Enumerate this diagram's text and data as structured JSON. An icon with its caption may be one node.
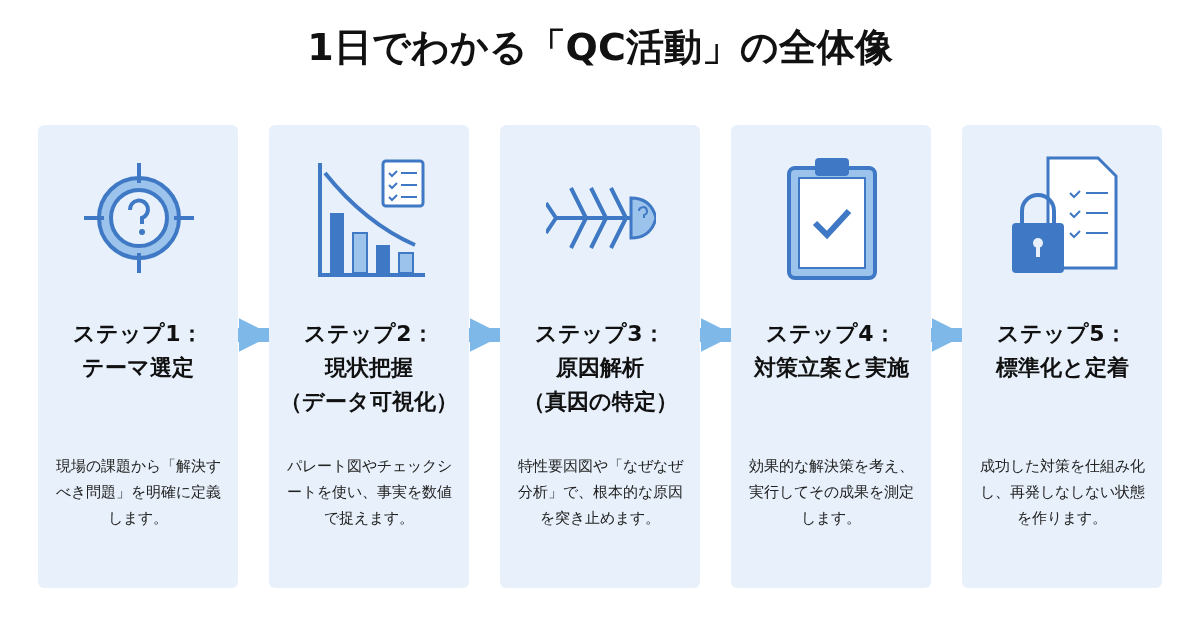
{
  "diagram": {
    "title": "1日でわかる「QC活動」の全体像",
    "nodes": [
      {
        "text": [
          "ステップ1：テーマ選定",
          "現場の課題から「解決すべき問題」を明確に定義します。"
        ]
      },
      {
        "text": [
          "ステップ2：現状把握（データ可視化）",
          "パレート図やチェックシートを使い、事実を数値で捉えます。"
        ]
      },
      {
        "text": [
          "ステップ3：原因解析（真因の特定）",
          "特性要因図や「なぜなぜ分析」で、根本的な原因を突き止めます。"
        ]
      },
      {
        "text": [
          "ステップ4：対策立案と実施",
          "効果的な解決策を考え、実行してその成果を測定します。"
        ]
      },
      {
        "text": [
          "ステップ5：標準化と定着",
          "成功した対策を仕組み化し、再発しなしない状態を作ります。"
        ]
      }
    ],
    "edges": [
      {
        "from": 0,
        "to": 1,
        "arrow": "to"
      },
      {
        "from": 1,
        "to": 2,
        "arrow": "to"
      },
      {
        "from": 2,
        "to": 3,
        "arrow": "to"
      },
      {
        "from": 3,
        "to": 4,
        "arrow": "to"
      }
    ]
  }
}
